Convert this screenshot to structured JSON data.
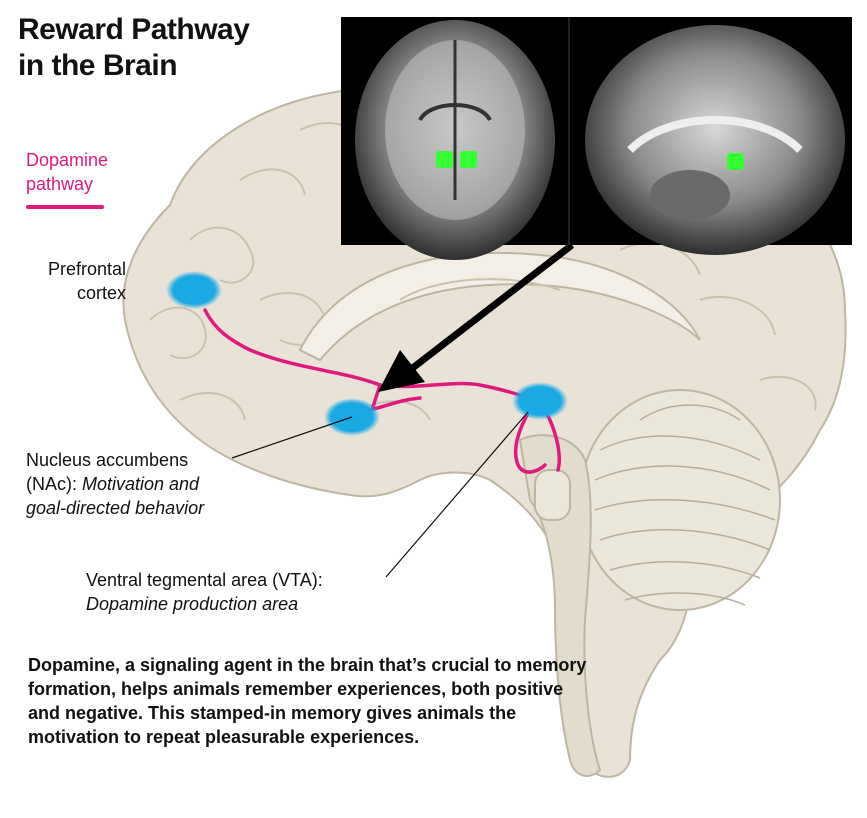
{
  "title_line1": "Reward Pathway",
  "title_line2": "in the Brain",
  "legend": {
    "label_line1": "Dopamine",
    "label_line2": "pathway",
    "color": "#e0197f"
  },
  "labels": {
    "pfc_line1": "Prefrontal",
    "pfc_line2": "cortex",
    "nac_line1": "Nucleus accumbens",
    "nac_line2_plain": "(NAc): ",
    "nac_line2_italic": "Motivation and",
    "nac_line3_italic": "goal-directed behavior",
    "vta_line1": "Ventral tegmental area (VTA):",
    "vta_line2_italic": "Dopamine production area"
  },
  "caption": "Dopamine, a signaling agent in the brain that’s crucial to memory formation, helps animals remember experiences, both positive and negative. This stamped-in memory gives animals the motivation to repeat pleasurable experiences.",
  "colors": {
    "brain_fill": "#e8e3d6",
    "brain_stroke": "#bdb6a3",
    "region_blue": "#1ba9e6",
    "mri_marker": "#33ff33",
    "arrow": "#000000"
  }
}
